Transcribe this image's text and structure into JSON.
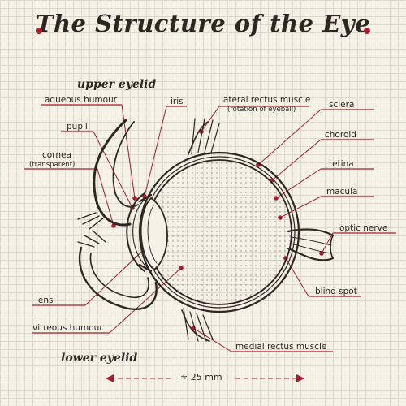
{
  "title": "The Structure of the Eye",
  "accent_color": "#a71d2e",
  "ink_color": "#2e2620",
  "labels": {
    "upper_eyelid": "upper eyelid",
    "lower_eyelid": "lower eyelid",
    "aqueous_humour": "aqueous humour",
    "iris": "iris",
    "lateral_rectus_muscle": "lateral rectus muscle",
    "lateral_rectus_note": "(rotation of eyeball)",
    "sclera": "sclera",
    "pupil": "pupil",
    "choroid": "choroid",
    "cornea": "cornea",
    "cornea_note": "(transparent)",
    "retina": "retina",
    "macula": "macula",
    "optic_nerve": "optic nerve",
    "blind_spot": "blind spot",
    "lens": "lens",
    "vitreous_humour": "vitreous humour",
    "medial_rectus_muscle": "medial rectus muscle"
  },
  "scale": "≈ 25 mm"
}
